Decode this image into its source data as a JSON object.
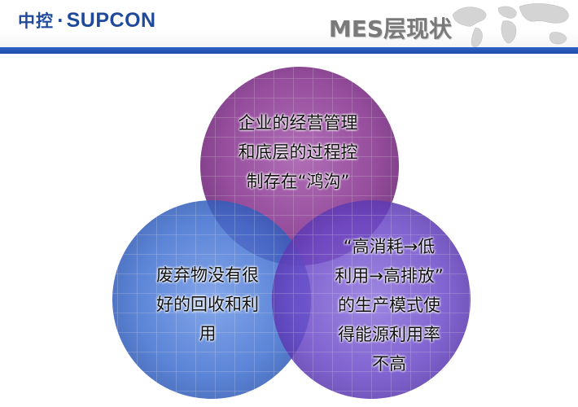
{
  "header": {
    "logo_cn": "中控",
    "logo_sep": "·",
    "logo_en": "SUPCON",
    "title": "MES层现状"
  },
  "colors": {
    "accent_bar": "#1e4aa8",
    "circle_top": "#8a3a92",
    "circle_left": "#3f6fd0",
    "circle_right": "#6b48c8"
  },
  "icons": [
    "world-map-icon"
  ],
  "venn": {
    "top": [
      "企业的经营管理",
      "和底层的过程控",
      "制存在“鸿沟”"
    ],
    "left": [
      "废弃物没有很",
      "好的回收和利",
      "用"
    ],
    "right": [
      "“高消耗→低",
      "利用→高排放”",
      "的生产模式使",
      "得能源利用率",
      "不高"
    ]
  }
}
